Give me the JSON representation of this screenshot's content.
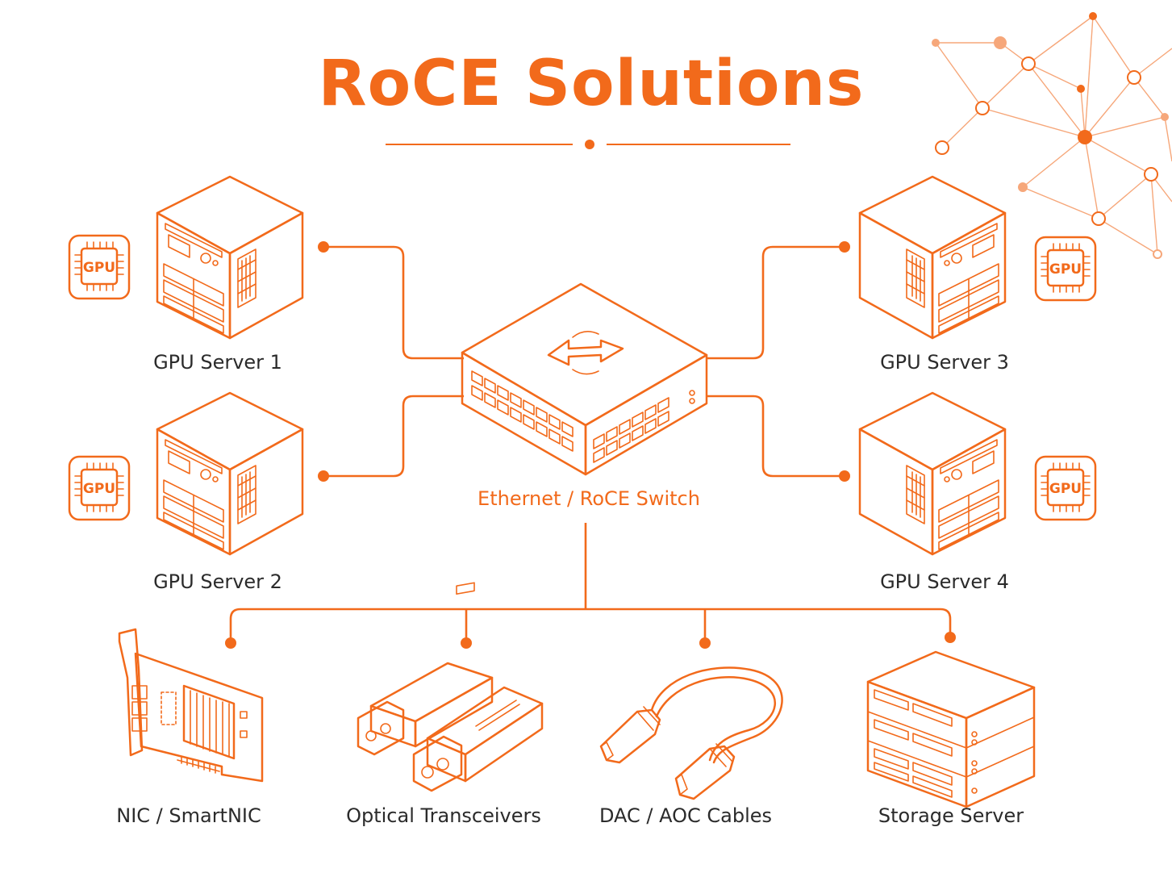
{
  "title": "RoCE Solutions",
  "switch": {
    "label": "Ethernet / RoCE Switch"
  },
  "servers": [
    {
      "label": "GPU Server 1",
      "chip": "GPU"
    },
    {
      "label": "GPU Server 2",
      "chip": "GPU"
    },
    {
      "label": "GPU Server 3",
      "chip": "GPU"
    },
    {
      "label": "GPU Server 4",
      "chip": "GPU"
    }
  ],
  "components": [
    {
      "label": "NIC / SmartNIC",
      "icon": "nic-card-icon"
    },
    {
      "label": "Optical Transceivers",
      "icon": "optical-transceiver-icon"
    },
    {
      "label": "DAC / AOC Cables",
      "icon": "cable-icon"
    },
    {
      "label": "Storage Server",
      "icon": "storage-server-icon"
    }
  ],
  "colors": {
    "accent": "#f26a1b",
    "text": "#2b2b2b",
    "network": "#f6a77a",
    "background": "#ffffff"
  }
}
